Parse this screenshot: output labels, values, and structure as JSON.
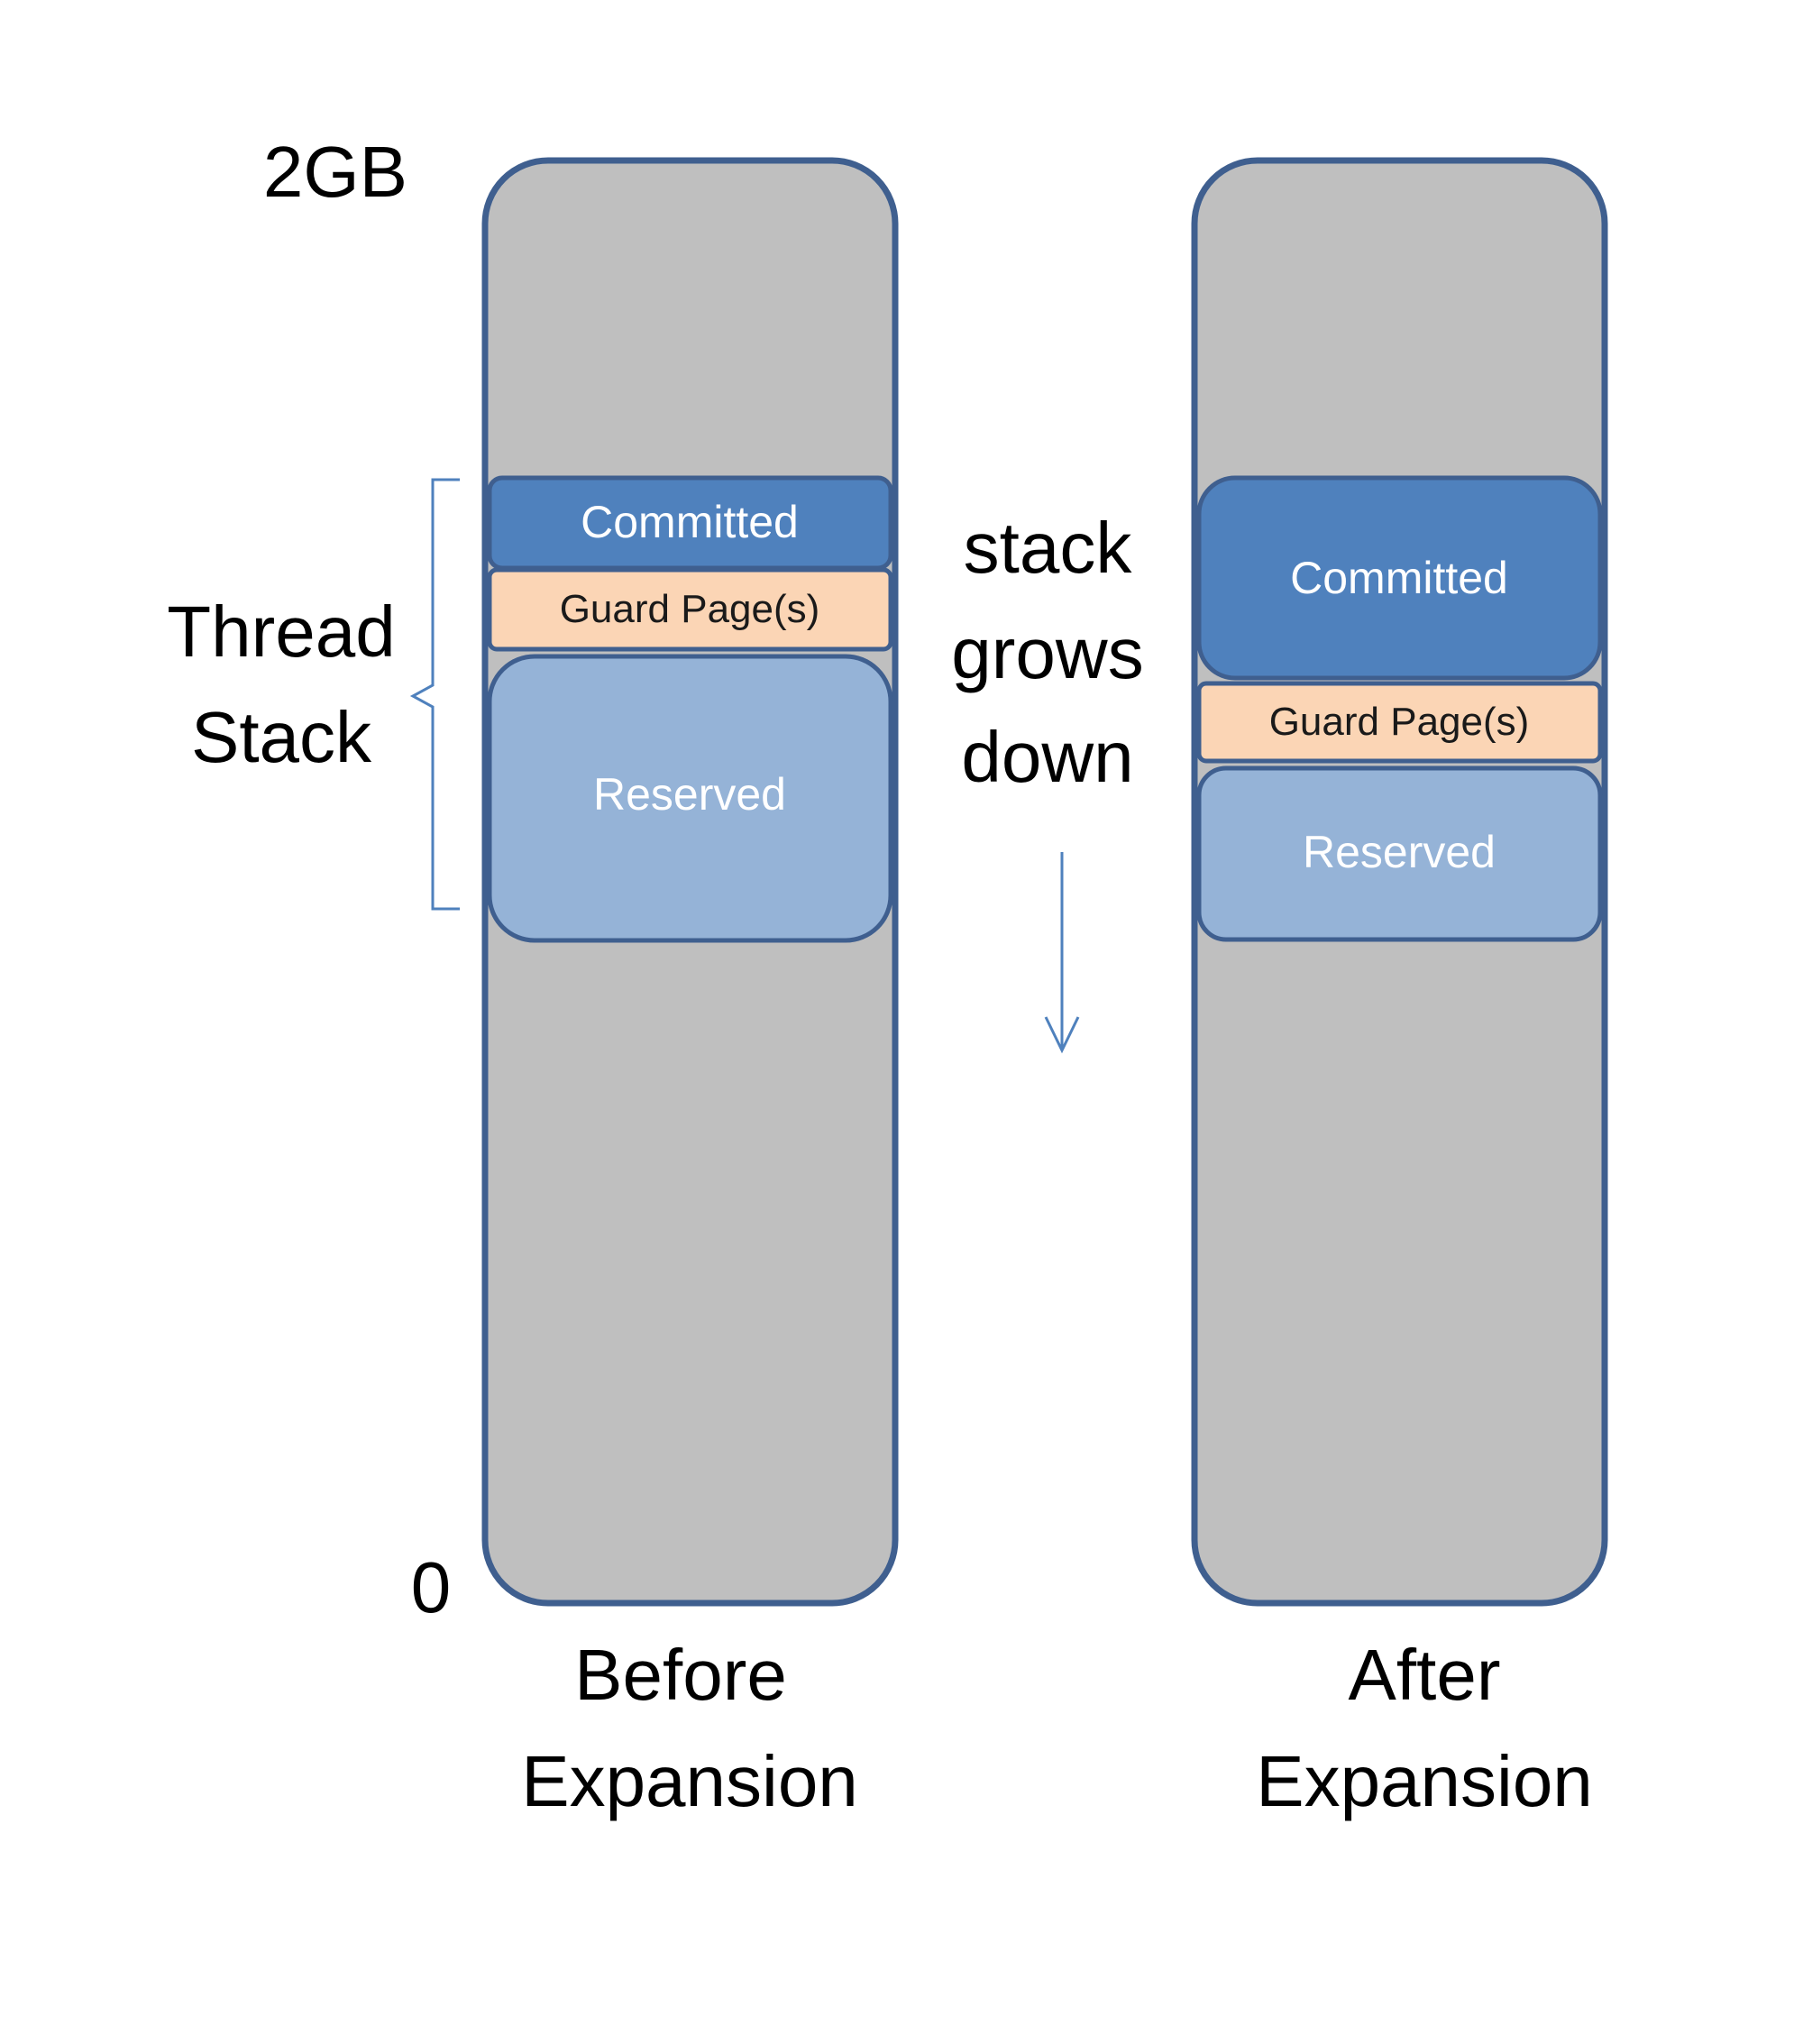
{
  "labels": {
    "top_address": "2GB",
    "bottom_address": "0",
    "thread_stack_line1": "Thread",
    "thread_stack_line2": "Stack",
    "growth_line1": "stack",
    "growth_line2": "grows",
    "growth_line3": "down"
  },
  "columns": [
    {
      "caption_line1": "Before",
      "caption_line2": "Expansion",
      "segments": {
        "committed": "Committed",
        "guard": "Guard Page(s)",
        "reserved": "Reserved"
      }
    },
    {
      "caption_line1": "After",
      "caption_line2": "Expansion",
      "segments": {
        "committed": "Committed",
        "guard": "Guard Page(s)",
        "reserved": "Reserved"
      }
    }
  ],
  "colors": {
    "outline": "#3f5f8f",
    "address_space": "#bfbfbf",
    "committed": "#4f81bd",
    "guard": "#fbd5b5",
    "reserved": "#95b3d7",
    "brace": "#4f81bd",
    "arrow": "#4f81bd"
  }
}
